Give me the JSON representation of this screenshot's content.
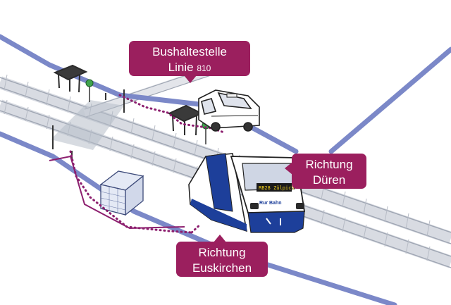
{
  "callouts": {
    "bus_stop": {
      "line1": "Bushaltestelle",
      "line2_prefix": "Linie",
      "line2_number": "810"
    },
    "towards_dueren": {
      "line1": "Richtung",
      "line2": "Düren"
    },
    "towards_euskirchen": {
      "line1": "Richtung",
      "line2": "Euskirchen"
    }
  },
  "train": {
    "destination_display": "RB28 Zülpich",
    "logo_text": "Rur Bahn"
  },
  "colors": {
    "callout": "#9b1f5e",
    "route_line": "#7b88c8",
    "footpath": "#8c1e6e",
    "train_blue": "#1d3f9a",
    "bus_stop_sign": "#3fa34d"
  },
  "icons": [
    "bus-shelter-icon",
    "bus-stop-sign-icon",
    "minibus-icon",
    "train-icon",
    "station-building-icon",
    "level-crossing-barrier-icon"
  ]
}
